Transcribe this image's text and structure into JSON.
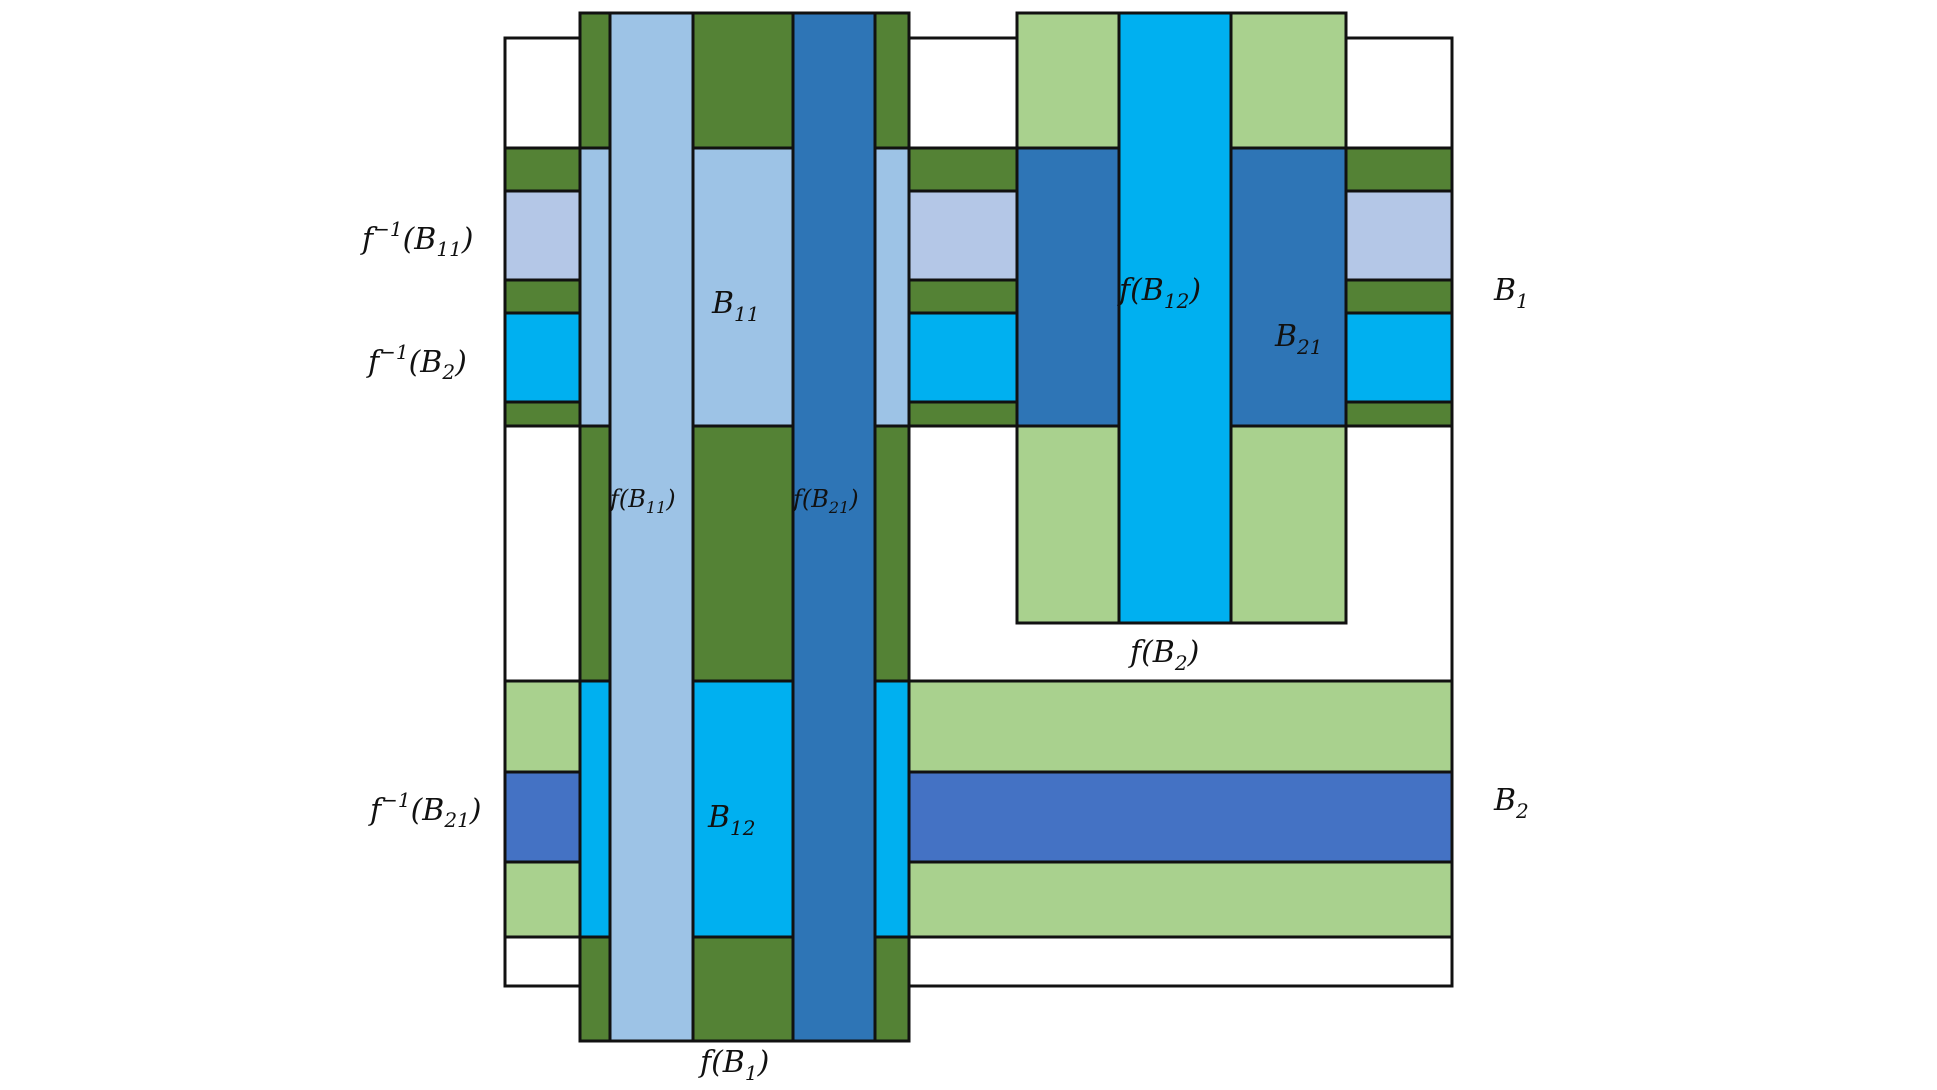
{
  "colors": {
    "dark_green": "#548235",
    "light_green": "#a9d18e",
    "pale_blue": "#9dc3e6",
    "periwinkle": "#b4c7e7",
    "cyan": "#00b0f0",
    "steel_blue": "#2e75b6",
    "royal_blue": "#4472c4",
    "stroke": "#111111"
  },
  "labels": {
    "preimage_b11": {
      "main": "f",
      "sup": "−1",
      "open": "(B",
      "sub": "11",
      "close": ")"
    },
    "preimage_b2": {
      "main": "f",
      "sup": "−1",
      "open": "(B",
      "sub": "2",
      "close": ")"
    },
    "preimage_b21": {
      "main": "f",
      "sup": "−1",
      "open": "(B",
      "sub": "21",
      "close": ")"
    },
    "b1": {
      "main": "B",
      "sub": "1"
    },
    "b2": {
      "main": "B",
      "sub": "2"
    },
    "b11": {
      "main": "B",
      "sub": "11"
    },
    "b12": {
      "main": "B",
      "sub": "12"
    },
    "b21": {
      "main": "B",
      "sub": "21"
    },
    "image_b11": {
      "open": "f(B",
      "sub": "11",
      "close": ")"
    },
    "image_b21": {
      "open": "f(B",
      "sub": "21",
      "close": ")"
    },
    "image_b12": {
      "open": "f(B",
      "sub": "12",
      "close": ")"
    },
    "image_b2": {
      "open": "f(B",
      "sub": "2",
      "close": ")"
    },
    "image_b1": {
      "open": "f(B",
      "sub": "1",
      "close": ")"
    }
  }
}
